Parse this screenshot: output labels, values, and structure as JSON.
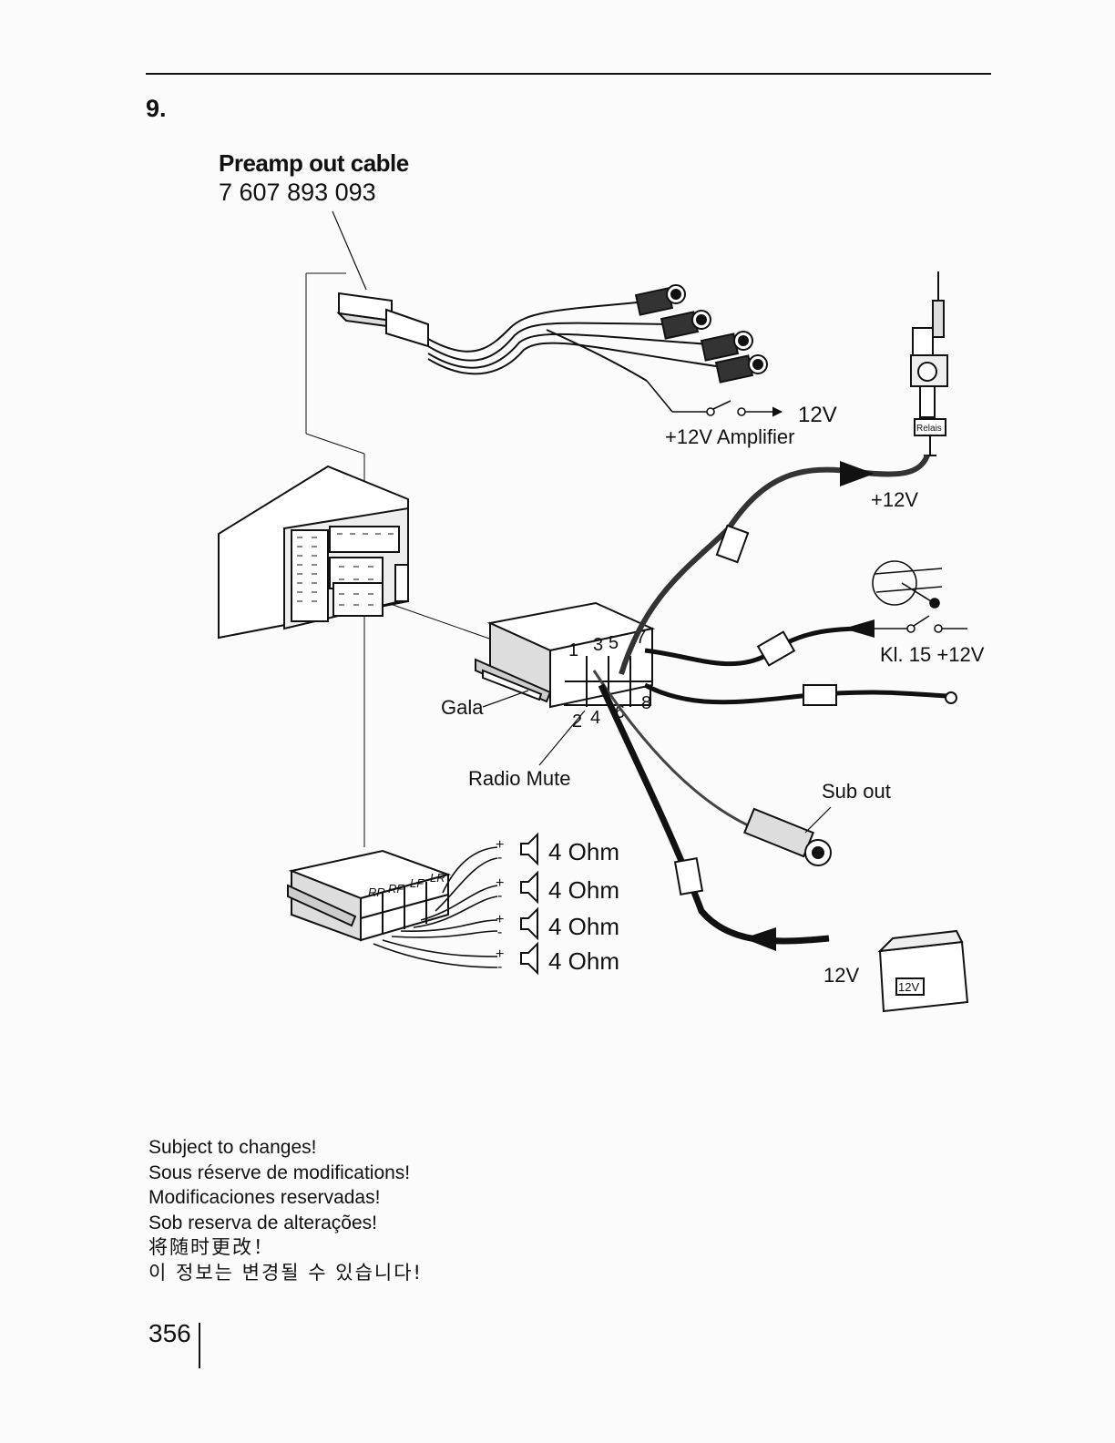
{
  "section_number": "9.",
  "preamp_cable": {
    "title": "Preamp out cable",
    "part_number": "7 607 893 093"
  },
  "diagram": {
    "amplifier_12v": "12V",
    "amplifier_label": "+12V Amplifier",
    "antenna_relay": "Relais",
    "antenna_12v": "+12V",
    "ignition_label": "Kl. 15 +12V",
    "gala_label": "Gala",
    "radio_mute_label": "Radio Mute",
    "sub_out_label": "Sub out",
    "battery_label": "12V",
    "battery_inner": "12V",
    "pins_top": [
      "1",
      "3",
      "5",
      "7"
    ],
    "pins_bottom": [
      "2",
      "4",
      "6",
      "8"
    ],
    "speaker_channels": [
      "RR",
      "RF",
      "LF",
      "LR"
    ],
    "speakers": [
      {
        "plus": "+",
        "minus": "-",
        "impedance": "4 Ohm"
      },
      {
        "plus": "+",
        "minus": "-",
        "impedance": "4 Ohm"
      },
      {
        "plus": "+",
        "minus": "-",
        "impedance": "4 Ohm"
      },
      {
        "plus": "+",
        "minus": "-",
        "impedance": "4 Ohm"
      }
    ]
  },
  "notes": [
    "Subject to changes!",
    "Sous réserve de modifications!",
    "Modificaciones reservadas!",
    "Sob reserva de alterações!",
    "将随时更改！",
    "이 정보는 변경될 수 있습니다!"
  ],
  "page_number": "356"
}
